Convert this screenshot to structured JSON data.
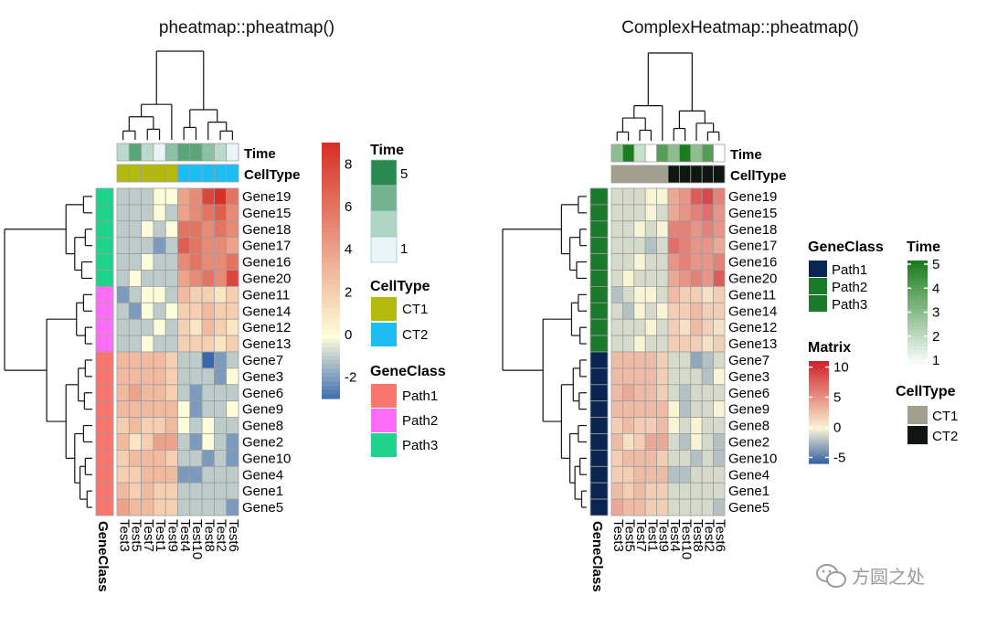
{
  "colors": {
    "heat_low": "#3A68AE",
    "heat_mid": "#FEFDD9",
    "heat_high": "#D73027",
    "ch_low": "#2C5A9E",
    "ch_mid": "#F8F4D4",
    "ch_high": "#D2232C",
    "grid": "#9E9E9E",
    "pheat_path1": "#F8766D",
    "pheat_path2": "#FF6EF8",
    "pheat_path3": "#1ED38C",
    "pheat_ct1": "#B3BA0B",
    "pheat_ct2": "#1CBDF2",
    "pheat_time_low": "#EAF5F7",
    "pheat_time_high": "#2A8A4E",
    "ch_path1": "#0B2551",
    "ch_path2": "#1A7A2A",
    "ch_path3": "#1A7A2A",
    "ch_ct1": "#A29F8E",
    "ch_ct2": "#0F1510",
    "ch_time_low": "#FFFFFF",
    "ch_time_high": "#1C7D1E"
  },
  "watermark": {
    "text": "方圆之处",
    "icon": "wechat-icon"
  },
  "chart_data": [
    {
      "type": "heatmap",
      "title": "pheatmap::pheatmap()",
      "rows": [
        "Gene19",
        "Gene15",
        "Gene18",
        "Gene17",
        "Gene16",
        "Gene20",
        "Gene11",
        "Gene14",
        "Gene12",
        "Gene13",
        "Gene7",
        "Gene3",
        "Gene6",
        "Gene9",
        "Gene8",
        "Gene2",
        "Gene10",
        "Gene4",
        "Gene1",
        "Gene5"
      ],
      "columns": [
        "Test3",
        "Test5",
        "Test7",
        "Test1",
        "Test9",
        "Test4",
        "Test10",
        "Test8",
        "Test2",
        "Test6"
      ],
      "values": [
        [
          -1,
          -1,
          -1,
          0,
          0,
          4,
          5,
          8,
          9,
          6
        ],
        [
          -1,
          -1,
          -1,
          0,
          -1,
          4,
          5,
          6,
          7,
          5
        ],
        [
          -1,
          -1,
          0,
          -1,
          0,
          6,
          6,
          5,
          6,
          5
        ],
        [
          -1,
          -1,
          -1,
          -2,
          -1,
          7,
          6,
          5,
          5,
          4
        ],
        [
          -1,
          -1,
          0,
          -1,
          -1,
          5,
          6,
          5,
          5,
          6
        ],
        [
          -1,
          0,
          -1,
          -1,
          -1,
          4,
          5,
          6,
          5,
          8
        ],
        [
          -2,
          -1,
          0,
          0,
          -1,
          3,
          2,
          2,
          1,
          2
        ],
        [
          -1,
          -2,
          0,
          -1,
          0,
          2,
          2,
          3,
          2,
          2
        ],
        [
          -1,
          -1,
          -1,
          0,
          -1,
          2,
          1,
          3,
          2,
          1
        ],
        [
          -1,
          -1,
          0,
          -1,
          -1,
          2,
          2,
          2,
          1,
          2
        ],
        [
          3,
          3,
          3,
          3,
          2,
          -1,
          -1,
          -3,
          -2,
          -1
        ],
        [
          3,
          3,
          3,
          3,
          2,
          -1,
          -1,
          -1,
          -2,
          0
        ],
        [
          3,
          4,
          3,
          3,
          2,
          -1,
          -2,
          -1,
          -1,
          -1
        ],
        [
          3,
          3,
          3,
          3,
          3,
          0,
          -2,
          -1,
          -1,
          0
        ],
        [
          2,
          3,
          2,
          2,
          3,
          0,
          -1,
          0,
          -1,
          -1
        ],
        [
          3,
          1,
          2,
          4,
          4,
          -1,
          -2,
          0,
          -1,
          -2
        ],
        [
          2,
          3,
          3,
          3,
          2,
          -1,
          -1,
          -2,
          -1,
          -2
        ],
        [
          2,
          2,
          3,
          3,
          3,
          -2,
          -2,
          -1,
          -1,
          -1
        ],
        [
          3,
          2,
          3,
          2,
          2,
          -1,
          -1,
          -1,
          -1,
          -1
        ],
        [
          4,
          3,
          3,
          2,
          2,
          -1,
          -1,
          -1,
          -1,
          -2
        ]
      ],
      "row_annotation": {
        "name": "GeneClass",
        "values": [
          "Path3",
          "Path3",
          "Path3",
          "Path3",
          "Path3",
          "Path3",
          "Path2",
          "Path2",
          "Path2",
          "Path2",
          "Path1",
          "Path1",
          "Path1",
          "Path1",
          "Path1",
          "Path1",
          "Path1",
          "Path1",
          "Path1",
          "Path1"
        ]
      },
      "col_annotations": [
        {
          "name": "Time",
          "values": [
            2,
            4,
            2,
            1,
            3,
            4,
            4,
            3,
            2,
            1
          ]
        },
        {
          "name": "CellType",
          "values": [
            "CT1",
            "CT1",
            "CT1",
            "CT1",
            "CT1",
            "CT2",
            "CT2",
            "CT2",
            "CT2",
            "CT2"
          ]
        }
      ],
      "legends": {
        "color_scale": {
          "ticks": [
            8,
            6,
            4,
            2,
            0,
            -2
          ],
          "range": [
            -3,
            9
          ]
        },
        "time": {
          "title": "Time",
          "labels": [
            "5",
            "1"
          ]
        },
        "celltype": {
          "title": "CellType",
          "labels": [
            "CT1",
            "CT2"
          ]
        },
        "geneclass": {
          "title": "GeneClass",
          "labels": [
            "Path1",
            "Path2",
            "Path3"
          ]
        }
      }
    },
    {
      "type": "heatmap",
      "title": "ComplexHeatmap::pheatmap()",
      "rows": [
        "Gene19",
        "Gene15",
        "Gene18",
        "Gene17",
        "Gene16",
        "Gene20",
        "Gene11",
        "Gene14",
        "Gene12",
        "Gene13",
        "Gene7",
        "Gene3",
        "Gene6",
        "Gene9",
        "Gene8",
        "Gene2",
        "Gene10",
        "Gene4",
        "Gene1",
        "Gene5"
      ],
      "columns": [
        "Test3",
        "Test5",
        "Test7",
        "Test1",
        "Test9",
        "Test4",
        "Test10",
        "Test8",
        "Test2",
        "Test6"
      ],
      "values": [
        [
          -1,
          -1,
          -1,
          0,
          0,
          4,
          5,
          8,
          9,
          6
        ],
        [
          -1,
          -1,
          -1,
          0,
          -1,
          4,
          5,
          6,
          7,
          5
        ],
        [
          -1,
          -1,
          0,
          -1,
          0,
          6,
          6,
          5,
          6,
          5
        ],
        [
          -1,
          -1,
          -1,
          -2,
          -1,
          7,
          6,
          5,
          5,
          4
        ],
        [
          -1,
          -1,
          0,
          -1,
          -1,
          5,
          6,
          5,
          5,
          6
        ],
        [
          -1,
          0,
          -1,
          -1,
          -1,
          4,
          5,
          6,
          5,
          8
        ],
        [
          -2,
          -1,
          0,
          0,
          -1,
          3,
          2,
          2,
          1,
          2
        ],
        [
          -1,
          -2,
          0,
          -1,
          0,
          2,
          2,
          3,
          2,
          2
        ],
        [
          -1,
          -1,
          -1,
          0,
          -1,
          2,
          1,
          3,
          2,
          1
        ],
        [
          -1,
          -1,
          0,
          -1,
          -1,
          2,
          2,
          2,
          1,
          2
        ],
        [
          3,
          3,
          3,
          3,
          2,
          -1,
          -1,
          -3,
          -2,
          -1
        ],
        [
          3,
          3,
          3,
          3,
          2,
          -1,
          -1,
          -1,
          -2,
          0
        ],
        [
          3,
          4,
          3,
          3,
          2,
          -1,
          -2,
          -1,
          -1,
          -1
        ],
        [
          3,
          3,
          3,
          3,
          3,
          0,
          -2,
          -1,
          -1,
          0
        ],
        [
          2,
          3,
          2,
          2,
          3,
          0,
          -1,
          0,
          -1,
          -1
        ],
        [
          3,
          1,
          2,
          4,
          4,
          -1,
          -2,
          0,
          -1,
          -2
        ],
        [
          2,
          3,
          3,
          3,
          2,
          -1,
          -1,
          -2,
          -1,
          -2
        ],
        [
          2,
          2,
          3,
          3,
          3,
          -2,
          -2,
          -1,
          -1,
          -1
        ],
        [
          3,
          2,
          3,
          2,
          2,
          -1,
          -1,
          -1,
          -1,
          -1
        ],
        [
          4,
          3,
          3,
          2,
          2,
          -1,
          -1,
          -1,
          -1,
          -2
        ]
      ],
      "row_annotation": {
        "name": "GeneClass",
        "values": [
          "Path3",
          "Path3",
          "Path3",
          "Path3",
          "Path3",
          "Path3",
          "Path2",
          "Path2",
          "Path2",
          "Path2",
          "Path1",
          "Path1",
          "Path1",
          "Path1",
          "Path1",
          "Path1",
          "Path1",
          "Path1",
          "Path1",
          "Path1"
        ]
      },
      "col_annotations": [
        {
          "name": "Time",
          "values": [
            3,
            5,
            2,
            1,
            4,
            3,
            5,
            3,
            4,
            1
          ]
        },
        {
          "name": "CellType",
          "values": [
            "CT1",
            "CT1",
            "CT1",
            "CT1",
            "CT1",
            "CT2",
            "CT2",
            "CT2",
            "CT2",
            "CT2"
          ]
        }
      ],
      "legends": {
        "geneclass": {
          "title": "GeneClass",
          "labels": [
            "Path1",
            "Path2",
            "Path3"
          ]
        },
        "matrix": {
          "title": "Matrix",
          "ticks": [
            10,
            5,
            0,
            -5
          ],
          "range": [
            -6,
            11
          ]
        },
        "time": {
          "title": "Time",
          "ticks": [
            5,
            4,
            3,
            2,
            1
          ]
        },
        "celltype": {
          "title": "CellType",
          "labels": [
            "CT1",
            "CT2"
          ]
        }
      }
    }
  ]
}
